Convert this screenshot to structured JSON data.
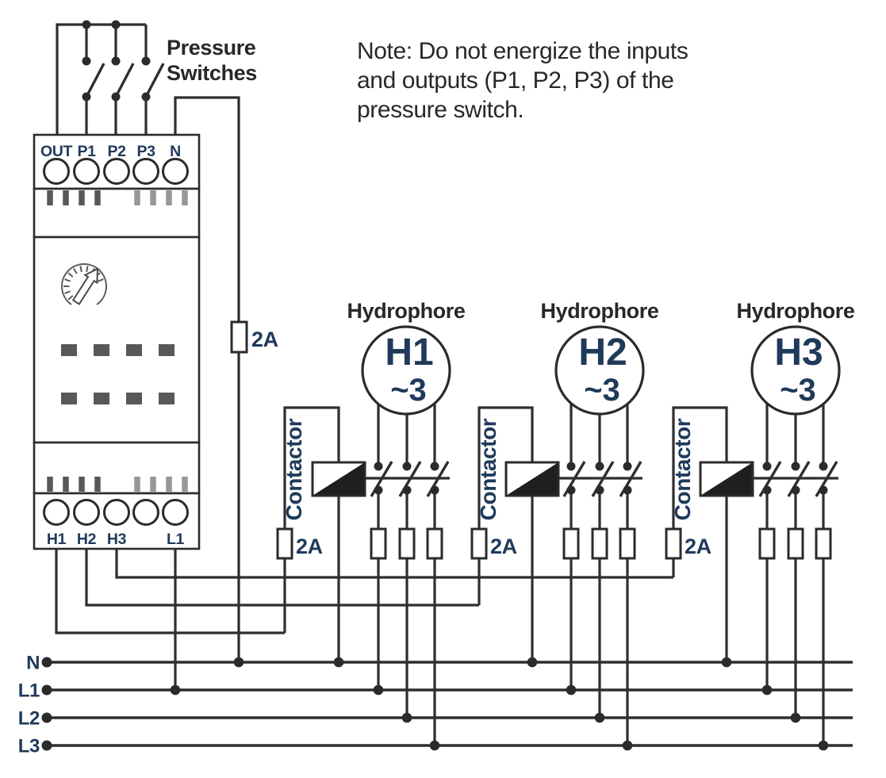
{
  "note": {
    "lines": [
      "Note: Do not energize the inputs",
      "and outputs (P1, P2, P3) of the",
      "pressure switch."
    ]
  },
  "pressure_switches": {
    "lines": [
      "Pressure",
      "Switches"
    ]
  },
  "device": {
    "top_terminals": [
      "OUT",
      "P1",
      "P2",
      "P3",
      "N"
    ],
    "bottom_terminals": [
      "H1",
      "H2",
      "H3",
      "",
      "L1"
    ]
  },
  "main_fuse": {
    "label": "2A"
  },
  "units": [
    {
      "hydrophore_label": "Hydrophore",
      "name": "H1",
      "phase": "~3",
      "contactor_label": "Contactor",
      "fuse_label": "2A"
    },
    {
      "hydrophore_label": "Hydrophore",
      "name": "H2",
      "phase": "~3",
      "contactor_label": "Contactor",
      "fuse_label": "2A"
    },
    {
      "hydrophore_label": "Hydrophore",
      "name": "H3",
      "phase": "~3",
      "contactor_label": "Contactor",
      "fuse_label": "2A"
    }
  ],
  "buses": [
    {
      "label": "N"
    },
    {
      "label": "L1"
    },
    {
      "label": "L2"
    },
    {
      "label": "L3"
    }
  ],
  "icons": {
    "gauge": "pressure-gauge-icon"
  },
  "colors": {
    "wire": "#2e2e30",
    "outline": "#2b2b2c",
    "label_blue": "#1f3a5a",
    "text": "#28282a",
    "pin_dark": "#57585a",
    "pin_light": "#95979a",
    "segment_gray": "#58585a",
    "coil_black": "#1f1f1f",
    "background": "#ffffff"
  }
}
